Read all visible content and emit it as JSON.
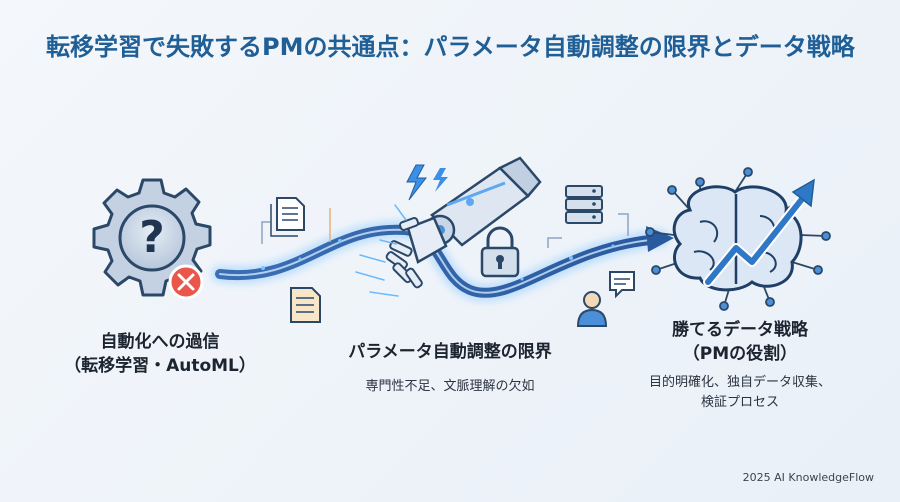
{
  "title": "転移学習で失敗するPMの共通点：パラメータ自動調整の限界とデータ戦略",
  "stages": {
    "left": {
      "line1": "自動化への過信",
      "line2": "（転移学習・AutoML）"
    },
    "middle": {
      "title": "パラメータ自動調整の限界",
      "subtitle": "専門性不足、文脈理解の欠如"
    },
    "right": {
      "line1": "勝てるデータ戦略",
      "line2": "（PMの役割）",
      "sub1": "目的明確化、独自データ収集、",
      "sub2": "検証プロセス"
    }
  },
  "footer": "2025 AI KnowledgeFlow",
  "colors": {
    "title": "#1f5f96",
    "flow": "#2f63a8",
    "accent_red": "#e8574a",
    "glow": "#9fd0ff"
  },
  "icons": [
    "gear-question-icon",
    "error-x-icon",
    "document-icon",
    "robot-arm-icon",
    "lightning-icon",
    "lock-icon",
    "server-stack-icon",
    "chat-bubble-icon",
    "person-icon",
    "brain-network-icon",
    "trend-arrow-icon"
  ]
}
